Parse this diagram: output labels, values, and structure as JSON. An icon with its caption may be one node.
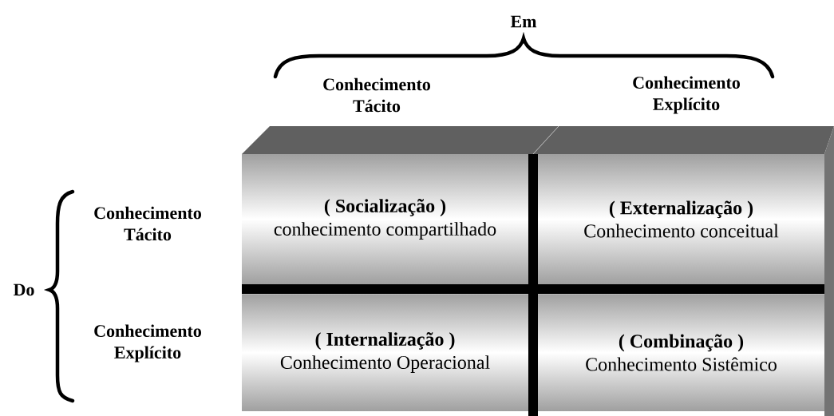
{
  "diagram": {
    "nodes": [
      {
        "text": [
          "( Socialização )",
          "conhecimento compartilhado"
        ]
      },
      {
        "text": [
          "( Externalização )",
          "Conhecimento conceitual"
        ]
      },
      {
        "text": [
          "( Internalização )",
          "Conhecimento Operacional"
        ]
      },
      {
        "text": [
          "( Combinação )",
          "Conhecimento Sistêmico"
        ]
      }
    ],
    "labels": [
      "Em",
      "Conhecimento Tácito",
      "Conhecimento Explícito",
      "Conhecimento Tácito",
      "Do",
      "Conhecimento Explícito"
    ]
  }
}
